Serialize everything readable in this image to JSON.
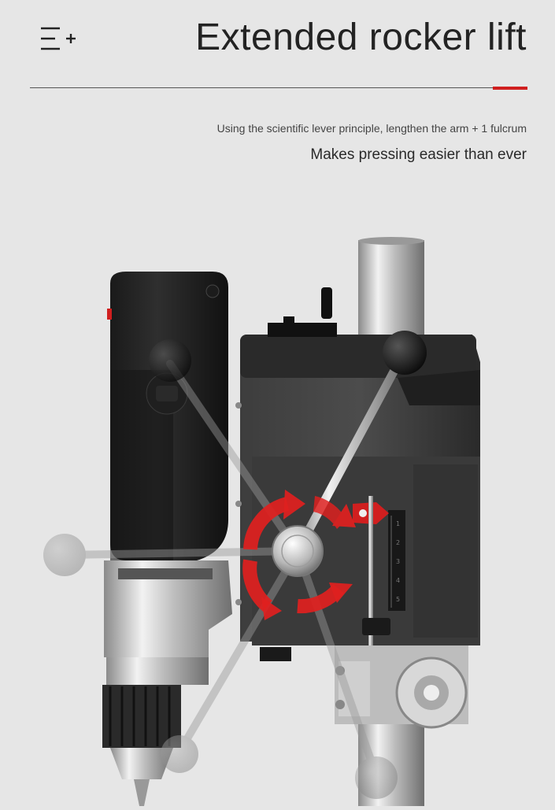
{
  "header": {
    "title": "Extended rocker lift",
    "subtitle": "Using the scientific lever principle, lengthen the arm + 1 fulcrum",
    "tagline": "Makes pressing easier than ever",
    "menu_icon": "menu-plus-icon"
  },
  "colors": {
    "background": "#e6e6e6",
    "accent": "#d01f1f",
    "title_text": "#232323"
  },
  "scale": {
    "ticks": [
      "1",
      "2",
      "3",
      "4",
      "5"
    ]
  }
}
